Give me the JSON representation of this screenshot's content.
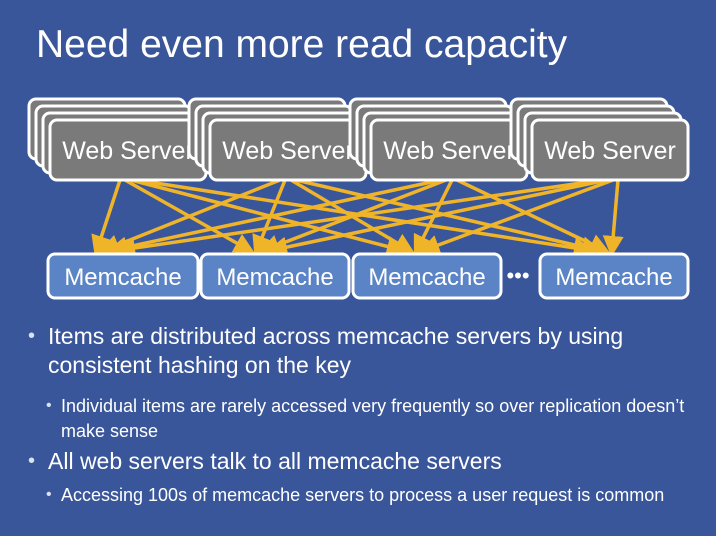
{
  "slide": {
    "title": "Need even more read capacity"
  },
  "diagram": {
    "web_server_label": "Web Server",
    "web_server_count": 4,
    "memcache_label": "Memcache",
    "memcache_count": 4,
    "ellipsis": "•••",
    "connections": [
      [
        0,
        0
      ],
      [
        0,
        1
      ],
      [
        0,
        2
      ],
      [
        0,
        3
      ],
      [
        1,
        0
      ],
      [
        1,
        1
      ],
      [
        1,
        2
      ],
      [
        1,
        3
      ],
      [
        2,
        0
      ],
      [
        2,
        1
      ],
      [
        2,
        2
      ],
      [
        2,
        3
      ],
      [
        3,
        0
      ],
      [
        3,
        1
      ],
      [
        3,
        2
      ],
      [
        3,
        3
      ]
    ],
    "colors": {
      "background": "#3a569b",
      "web_server_fill": "#7a7a7a",
      "web_server_border": "#ffffff",
      "memcache_fill": "#5b84c6",
      "memcache_border": "#ffffff",
      "arrow": "#f0b429"
    }
  },
  "bullets": [
    {
      "level": 1,
      "text": "Items are distributed across memcache servers by using consistent hashing on the key"
    },
    {
      "level": 2,
      "text": "Individual items are rarely accessed very frequently so over replication doesn’t make sense"
    },
    {
      "level": 1,
      "text": "All web servers talk to all memcache servers"
    },
    {
      "level": 2,
      "text": "Accessing 100s of memcache servers to process a user request is common"
    }
  ]
}
